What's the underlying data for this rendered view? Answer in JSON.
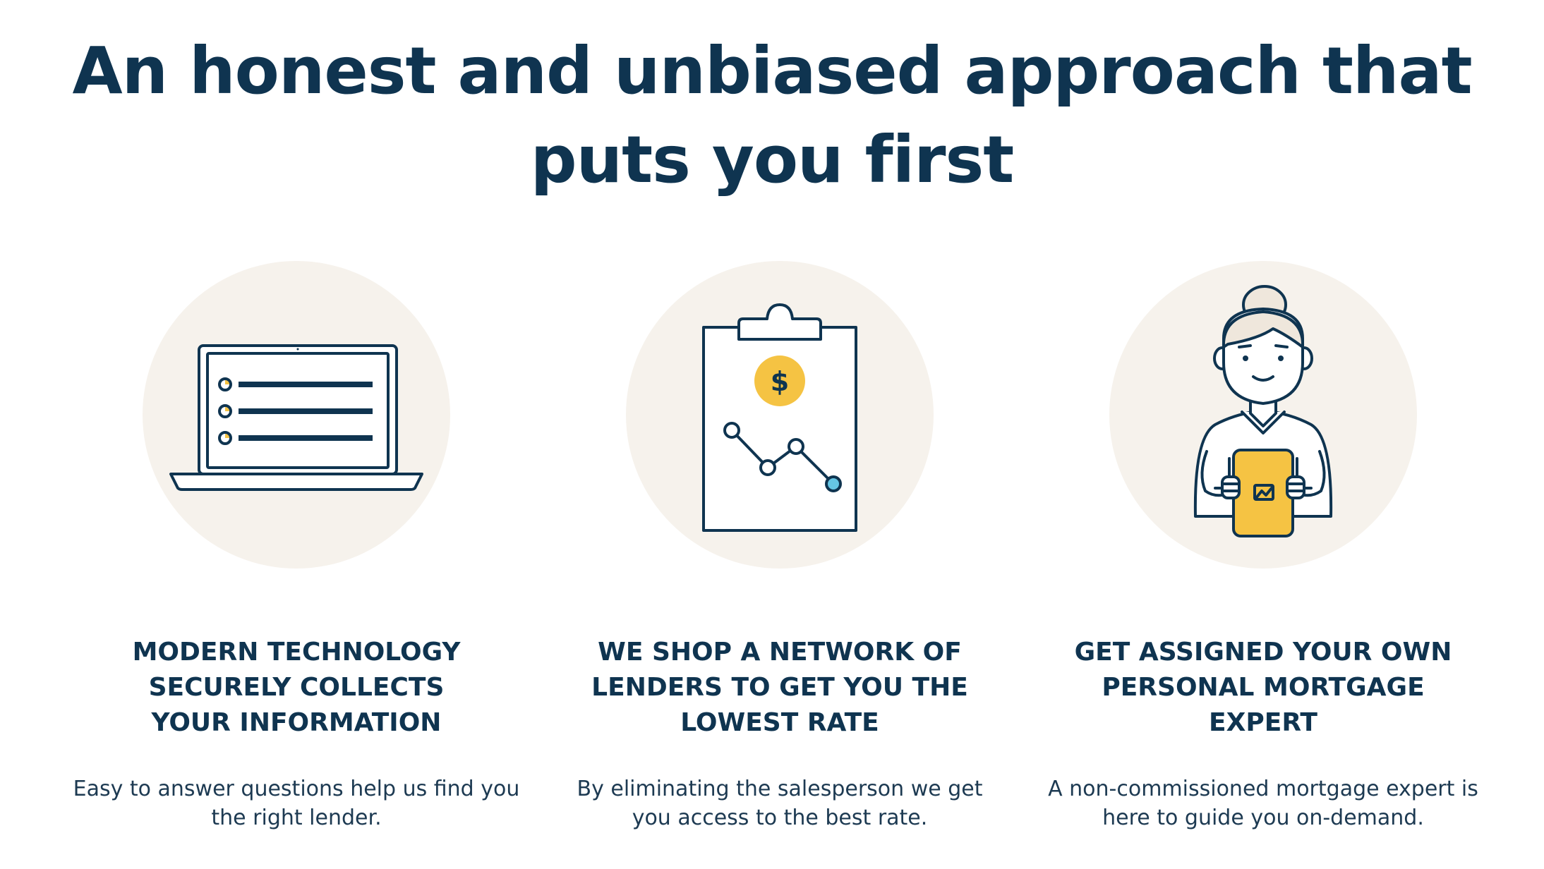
{
  "headline": {
    "line1": "An honest and unbiased approach that",
    "line2": "puts you first"
  },
  "colors": {
    "navy": "#0f3450",
    "circle_bg": "#f6f2ec",
    "accent_yellow": "#f5c343",
    "accent_blue": "#66c6e4"
  },
  "features": [
    {
      "icon": "laptop-checklist-icon",
      "title_lines": [
        "MODERN TECHNOLOGY",
        "SECURELY COLLECTS",
        "YOUR INFORMATION"
      ],
      "desc_lines": [
        "Easy to answer questions help us find you",
        "the right lender."
      ]
    },
    {
      "icon": "clipboard-rate-chart-icon",
      "dollar_symbol": "$",
      "title_lines": [
        "WE SHOP A NETWORK OF",
        "LENDERS TO GET YOU THE",
        "LOWEST RATE"
      ],
      "desc_lines": [
        "By eliminating the salesperson we get",
        "you access to the best rate."
      ]
    },
    {
      "icon": "mortgage-expert-person-icon",
      "title_lines": [
        "GET ASSIGNED YOUR OWN",
        "PERSONAL MORTGAGE",
        "EXPERT"
      ],
      "desc_lines": [
        "A non-commissioned mortgage expert is",
        "here to guide you on-demand."
      ]
    }
  ]
}
